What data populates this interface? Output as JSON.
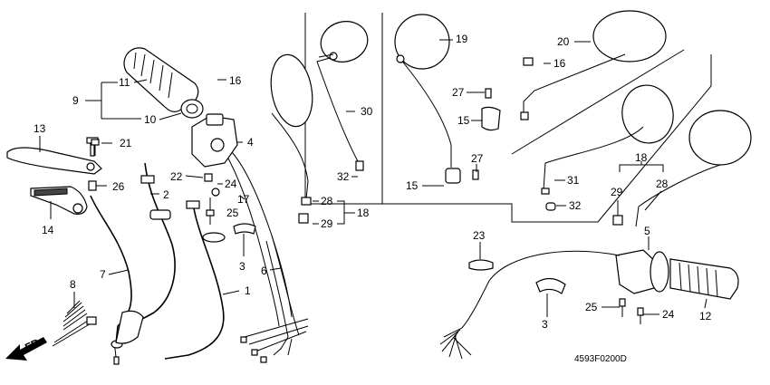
{
  "diagram": {
    "code": "4593F0200D",
    "direction_label": "FR.",
    "callouts": [
      "9",
      "11",
      "10",
      "13",
      "21",
      "26",
      "14",
      "7",
      "8",
      "16",
      "4",
      "22",
      "24",
      "17",
      "25",
      "2",
      "3",
      "1",
      "6",
      "30",
      "32",
      "28",
      "29",
      "18",
      "19",
      "27",
      "15",
      "20",
      "31",
      "23",
      "5",
      "12"
    ]
  },
  "icons": {
    "front_arrow": "arrow-down-left-icon"
  }
}
